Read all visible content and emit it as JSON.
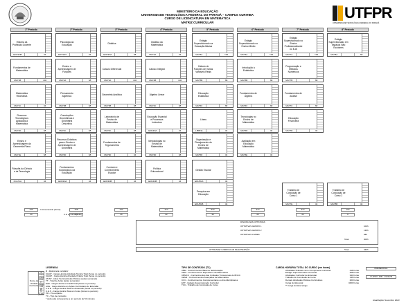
{
  "header": {
    "lines": [
      "MINISTÉRIO DA EDUCAÇÃO",
      "UNIVERSIDADE TECNOLÓGICA FEDERAL DO PARANÁ – CAMPUS CURITIBA",
      "CURSO DE LICENCIATURA EM MATEMÁTICA",
      "MATRIZ CURRICULAR"
    ],
    "logo_text": "UTFPR",
    "logo_subtitle": "UNIVERSIDADE TECNOLÓGICA FEDERAL DO PARANÁ"
  },
  "periods": [
    "1º Período",
    "2º Período",
    "3º Período",
    "4º Período",
    "5º Período",
    "6º Período",
    "7º Período",
    "8º Período"
  ],
  "courses": [
    {
      "col": 0,
      "row": 0,
      "name": "História da Profissão Docente",
      "code": "EDU1NB",
      "ch": "34"
    },
    {
      "col": 0,
      "row": 1,
      "name": "Fundamentos de Matemática",
      "code": "MA71B",
      "ch": "102"
    },
    {
      "col": 0,
      "row": 2,
      "name": "Matemática Recreativa",
      "code": "MA71C",
      "ch": "34"
    },
    {
      "col": 0,
      "row": 3,
      "name": "Recursos Tecnológicos Aplicados à Matemática",
      "code": "MA71D",
      "ch": "68"
    },
    {
      "col": 0,
      "row": 4,
      "name": "Ensino e Aprendizagem da Geometria Plana",
      "code": "MA71E",
      "ch": "68"
    },
    {
      "col": 0,
      "row": 5,
      "name": "Filosofia da Ciência e da Tecnologia",
      "code": "FCA71A",
      "ch": "34"
    },
    {
      "col": 1,
      "row": 0,
      "name": "Psicologia da Educação",
      "code": "EDU1NC",
      "ch": "34"
    },
    {
      "col": 1,
      "row": 1,
      "name": "Ensino e Aprendizagem de Funções",
      "code": "MA72A",
      "ch": "68"
    },
    {
      "col": 1,
      "row": 2,
      "name": "Pensamento Algébrico",
      "code": "MA72B",
      "ch": "68"
    },
    {
      "col": 1,
      "row": 3,
      "name": "Construções Geométricas e Geometria Descritiva",
      "code": "MA72C",
      "ch": "68"
    },
    {
      "col": 1,
      "row": 4,
      "name": "Recursos Didáticos para o Ensino e Aprendizagem de Geometria",
      "code": "MA72D",
      "ch": "68"
    },
    {
      "col": 1,
      "row": 5,
      "name": "Fundamentos Sociológicos da Educação",
      "code": "EDU2NA",
      "ch": "34"
    },
    {
      "col": 2,
      "row": 0,
      "name": "Didática",
      "code": "EDU3NA",
      "ch": "68"
    },
    {
      "col": 2,
      "row": 1,
      "name": "Cálculo Diferencial",
      "code": "MA73A",
      "ch": "102"
    },
    {
      "col": 2,
      "row": 2,
      "name": "Geometria Analítica",
      "code": "MA73B",
      "ch": "68"
    },
    {
      "col": 2,
      "row": 3,
      "name": "Laboratório de Ensino de Matemática",
      "code": "MA73C",
      "ch": "68"
    },
    {
      "col": 2,
      "row": 4,
      "name": "Fundamentos de Trigonometria",
      "code": "MA73D",
      "ch": "34"
    },
    {
      "col": 2,
      "row": 5,
      "name": "Currículo e Conhecimento Escolar",
      "code": "EDU3NB",
      "ch": "34"
    },
    {
      "col": 3,
      "row": 0,
      "name": "Didática da Matemática",
      "code": "MA74A",
      "ch": "34"
    },
    {
      "col": 3,
      "row": 1,
      "name": "Cálculo Integral",
      "code": "MA74B",
      "ch": "102"
    },
    {
      "col": 3,
      "row": 2,
      "name": "Álgebra Linear",
      "code": "MA74C",
      "ch": "68"
    },
    {
      "col": 3,
      "row": 3,
      "name": "Educação Especial e Processos Inclusivos",
      "code": "EDU4NA",
      "ch": "34"
    },
    {
      "col": 3,
      "row": 4,
      "name": "Metodologias no Ensino de Matemática",
      "code": "MA74D",
      "ch": "68"
    },
    {
      "col": 3,
      "row": 5,
      "name": "Política Educacional",
      "code": "EDU4NB",
      "ch": "34"
    },
    {
      "col": 4,
      "row": 0,
      "name": "Estágio Supervisionado na Educação Básica",
      "code": "MA75A",
      "ch": "102"
    },
    {
      "col": 4,
      "row": 1,
      "name": "Cálculo de Funções de Várias Variáveis Reais",
      "code": "MA75B",
      "ch": "68"
    },
    {
      "col": 4,
      "row": 2,
      "name": "Educação Estatística",
      "code": "MA75C",
      "ch": "68"
    },
    {
      "col": 4,
      "row": 3,
      "name": "Libras",
      "code": "LIB5NA",
      "ch": "34"
    },
    {
      "col": 4,
      "row": 4,
      "name": "Organização e Planejamento do Ensino de Matemática",
      "code": "MA75D",
      "ch": "34"
    },
    {
      "col": 4,
      "row": 5,
      "name": "Gestão Escolar",
      "code": "EDU5NA",
      "ch": "34"
    },
    {
      "col": 4,
      "row": 6,
      "name": "Pesquisa em Educação",
      "code": "EDU5NB",
      "ch": "34"
    },
    {
      "col": 5,
      "row": 0,
      "name": "Estágio Supervisionado no Ensino Médio",
      "code": "MA76A",
      "ch": "102"
    },
    {
      "col": 5,
      "row": 1,
      "name": "Introdução à Estatística",
      "code": "MA76B",
      "ch": "68"
    },
    {
      "col": 5,
      "row": 2,
      "name": "Fundamentos de Álgebra",
      "code": "MA76C",
      "ch": "68"
    },
    {
      "col": 5,
      "row": 3,
      "name": "Tecnologias no Ensino de Matemática",
      "code": "MA76D",
      "ch": "34"
    },
    {
      "col": 5,
      "row": 4,
      "name": "Avaliação em Educação Matemática",
      "code": "MA76E",
      "ch": "34"
    },
    {
      "col": 6,
      "row": 0,
      "name": "Estágio Supervisionado no Ensino Profissionalizante ou EJA",
      "code": "MA77A",
      "ch": "102"
    },
    {
      "col": 6,
      "row": 1,
      "name": "Programação e Métodos Numéricos",
      "code": "MA77B",
      "ch": "68"
    },
    {
      "col": 6,
      "row": 2,
      "name": "Fundamentos de Análise",
      "code": "MA77C",
      "ch": "68"
    },
    {
      "col": 6,
      "row": 3,
      "name": "Educação Financeira",
      "code": "MA77D",
      "ch": "34"
    },
    {
      "col": 6,
      "row": 6,
      "name": "Trabalho de Conclusão de Curso 1",
      "code": "MA77E",
      "ch": "34"
    },
    {
      "col": 7,
      "row": 0,
      "name": "Estágio Supervisionado em Espaços Não Escolares",
      "code": "MA78A",
      "ch": "68"
    },
    {
      "col": 7,
      "row": 6,
      "name": "Trabalho de Conclusão de Curso 2",
      "code": "MA78B",
      "ch": "34"
    }
  ],
  "totals": {
    "label_ch": "C.H semestral (horas)",
    "label_aulas": "C.H semanal (aula)",
    "ch_values": [
      "340",
      "408",
      "442",
      "374",
      "510",
      "374",
      "374",
      "102"
    ],
    "aula_values": [
      "20",
      "24",
      "26",
      "22",
      "30",
      "22",
      "22",
      "6"
    ]
  },
  "optativas": {
    "title": "DISCIPLINAS OPTATIVAS",
    "rows": [
      {
        "label": "OPTATIVAS GRUPO 1",
        "value": "102h"
      },
      {
        "label": "OPTATIVAS GRUPO 2",
        "value": "136h"
      },
      {
        "label": "OPTATIVAS LIVRES",
        "value": "68h"
      }
    ],
    "total_label": "Total",
    "total_value": "306h"
  },
  "extensao": {
    "label": "ATIVIDADE CURRICULAR DE EXTENSÃO",
    "total_label": "Total",
    "value": "340h"
  },
  "legend": {
    "title": "LEGENDA",
    "items": [
      "R - Referência na Matriz",
      "CH/AT - Carga Horária Atividade Teórica Total (horas no período)",
      "CH/AP - Carga Horária Atividade Prática Total (horas no período)",
      "AT/AP - Aulas Teóricas/Aulas Práticas (aulas semanais)",
      "TT - Total de Aulas (aulas semanais)",
      "EaD - Carga Horária em EaD Total (horas no período)",
      "ACE - Carga Horária em Ações Curriculares de Extensão",
      "C.H.E - Carga Horária Total em Extensão (horas no período)",
      "C.H.S - Carga Horária Total em horas (horas no período)",
      "PR - Pré-requisito",
      "TC - Tipo de conteúdo"
    ],
    "note": "* cada aula corresponde a um período de 50 minutos",
    "box_label": "Nome da Unidade Curricular",
    "box_cells": [
      "R",
      "CH/AT",
      "CH/AP",
      "AT/AP",
      "TT",
      "Código",
      "CHE",
      "PR",
      "TC",
      "C.H.S"
    ]
  },
  "tipo_conteudo": {
    "title": "TIPO DE CONTEÚDO (TC)",
    "items": [
      "CBE - Conhecimentos Básicos da Educação",
      "CEM - Conhecimentos Específicos da Matemática",
      "CBMCC - Conhecimentos das Unidades Transversais do BNCC",
      "CEM2 - Conhecimentos Avançados de Matemática",
      "CCC - Conhecimentos Complementares ou Interdisciplinares",
      "EST - Estágio Supervisionado Curricular",
      "TCC - Trabalho de Conclusão de Curso"
    ]
  },
  "carga_total": {
    "title": "CARGA HORÁRIA TOTAL DO CURSO (em horas)",
    "items": [
      {
        "label": "Atividades Práticas como Componente Curricular",
        "value": "418 horas"
      },
      {
        "label": "Estágio Supervisionado Curricular",
        "value": "408 horas"
      },
      {
        "label": "Atividades Curricular de Extensão",
        "value": "340 horas"
      },
      {
        "label": "Trabalho de Conclusão de Curso",
        "value": "136 horas"
      },
      {
        "label": "Demais Atividades Práticas Curriculares",
        "value": "200 horas"
      },
      {
        "label": "Carga Horária total",
        "value": "3400 horas"
      }
    ],
    "note": "** Carga Horária relógio"
  },
  "footer": {
    "presencial": "PRESENCIAL",
    "curso_label": "CURSO: 26B - 2024/2B",
    "atualizacao": "Atualização: Novembro 2023"
  }
}
